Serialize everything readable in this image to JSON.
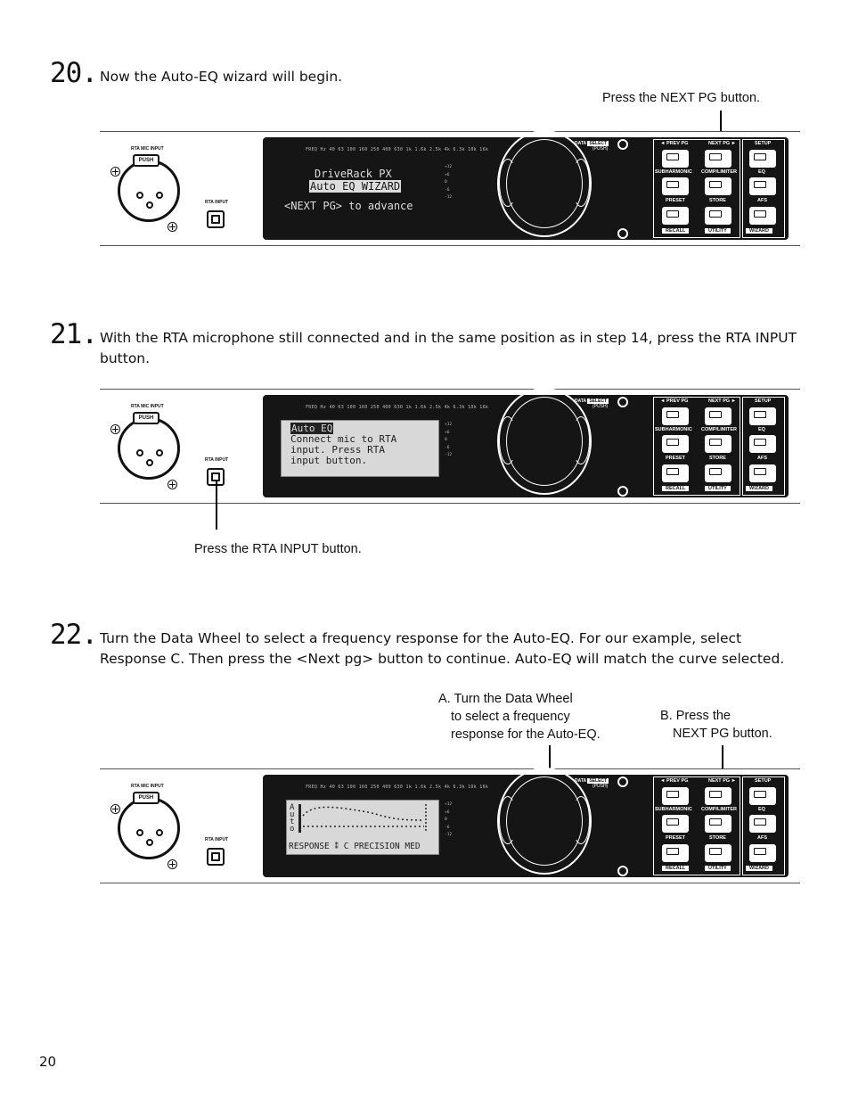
{
  "page_number": "20",
  "steps": [
    {
      "number": "20.",
      "text": "Now the Auto-EQ wizard will begin.",
      "callout": "Press the NEXT PG  button.",
      "lcd_lines": [
        "DriveRack PX",
        "Auto EQ WIZARD",
        "<NEXT PG> to advance"
      ]
    },
    {
      "number": "21.",
      "text": "With the RTA microphone still connected and in the same position as in step 14, press the RTA INPUT button.",
      "callout": "Press the RTA INPUT button.",
      "lcd_lines": [
        "Auto EQ",
        "Connect mic to RTA",
        "input. Press RTA",
        "input button."
      ]
    },
    {
      "number": "22.",
      "text": "Turn the Data Wheel to select a frequency response for the Auto-EQ.  For our example, select Response C. Then press the <Next pg> button to continue. Auto-EQ will match the curve selected.",
      "callout_a": [
        "A. Turn the Data Wheel",
        "to select a frequency",
        "response for the Auto-EQ."
      ],
      "callout_b": [
        "B. Press the",
        "NEXT PG  button."
      ],
      "lcd_vertical": "Auto",
      "lcd_bottom": [
        "RESPONSE",
        "C",
        "PRECISION",
        "MED"
      ]
    }
  ],
  "device": {
    "rta_mic_input": "RTA MIC INPUT",
    "push": "PUSH",
    "rta_input": "RTA INPUT",
    "data": "DATA",
    "select": "SELECT",
    "push_paren": "(PUSH)",
    "led_legend": "FREQ Hz 40  63  100  160  250  400  630  1k  1.6k  2.5k  4k  6.3k  10k  16k",
    "led_scale": [
      "+12",
      "+6",
      "0",
      "-6",
      "-12"
    ],
    "buttons": {
      "prev_pg": "◄ PREV PG",
      "next_pg": "NEXT PG ►",
      "setup": "SETUP",
      "subharmonic": "SUBHARMONIC",
      "comp_limiter": "COMP/LIMITER",
      "eq": "EQ",
      "preset": "PRESET",
      "store": "STORE",
      "afs": "AFS",
      "recall": "RECALL",
      "utility": "UTILITY",
      "wizard": "WIZARD"
    }
  }
}
